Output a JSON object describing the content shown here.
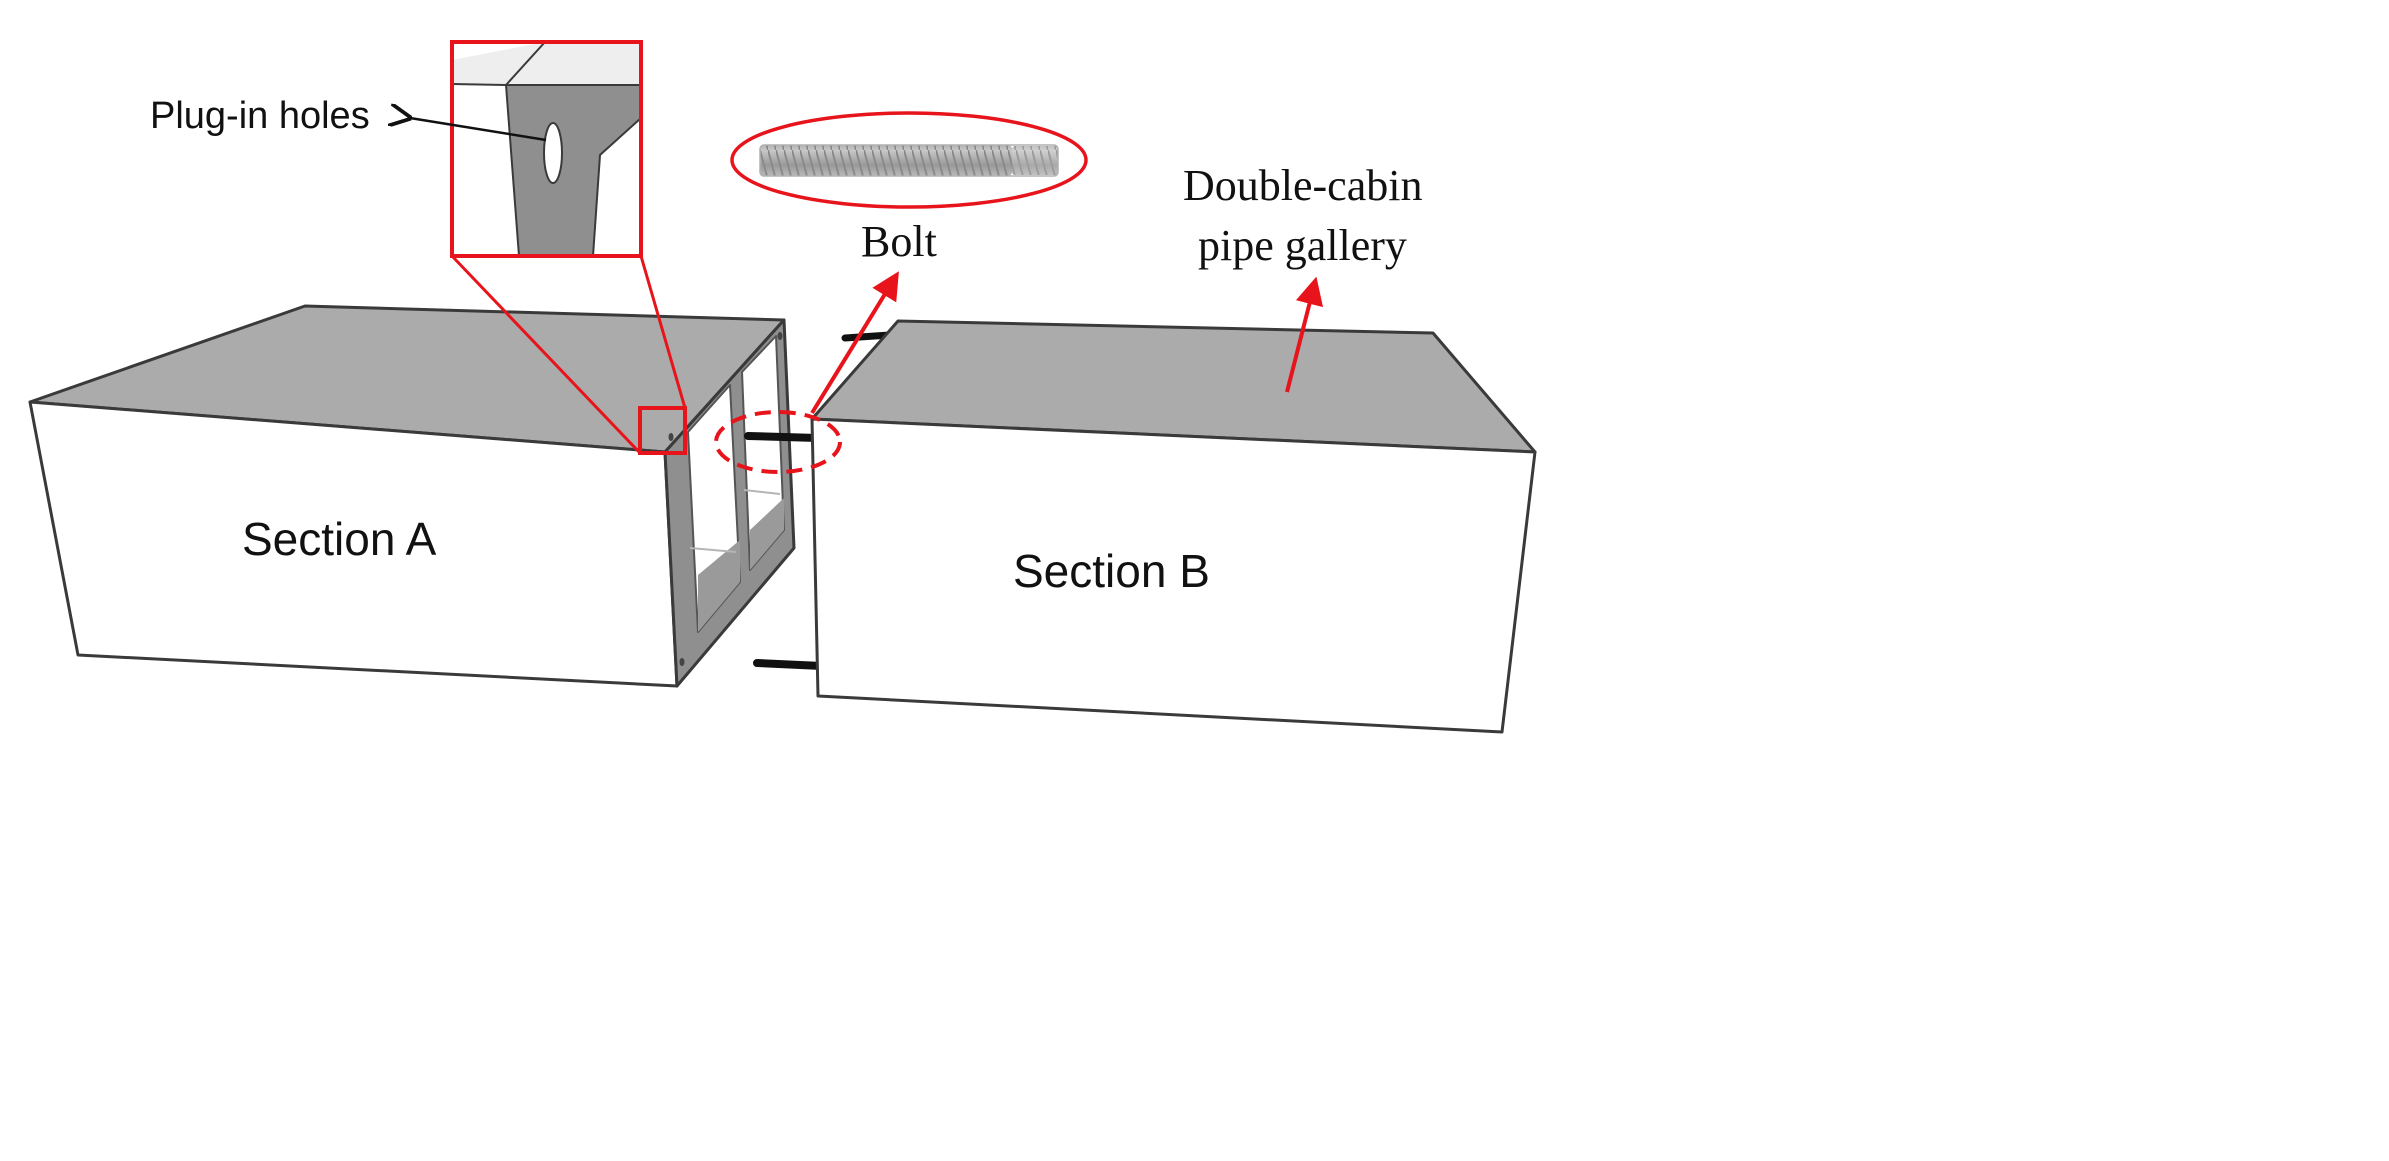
{
  "labels": {
    "plug_in_holes": "Plug-in holes",
    "bolt": "Bolt",
    "gallery_line1": "Double-cabin",
    "gallery_line2": "pipe gallery",
    "section_a": "Section A",
    "section_b": "Section B"
  },
  "colors": {
    "highlight": "#e8141b",
    "concrete_top": "#ababab",
    "concrete_face": "#ffffff",
    "concrete_inner": "#8f8f8f",
    "bolt": "#111111",
    "outline": "#3a3a3a"
  }
}
